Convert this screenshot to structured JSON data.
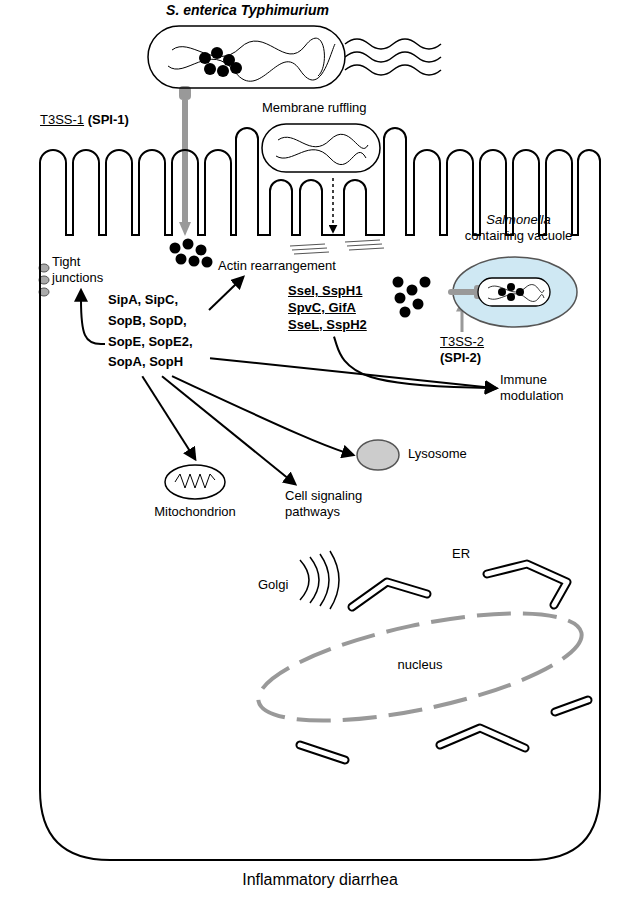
{
  "diagram": {
    "nodes": [
      {
        "text": [
          "S. enterica Typhimurium"
        ]
      },
      {
        "text": [
          "Inflammatory diarrhea"
        ]
      },
      {
        "text": [
          "SipA, SipC, SopB, SopD, SopE, SopE2, SopA, SopH"
        ],
        "in": 1
      },
      {
        "text": [
          "Tight junctions"
        ],
        "in": 1
      },
      {
        "text": [
          "Actin rearrangement"
        ],
        "in": 1
      },
      {
        "text": [
          "Salmonella containing vacuole"
        ],
        "in": 1
      },
      {
        "text": [
          "SseI, SspH1 SpvC, GifA SseL, SspH2"
        ],
        "in": 1
      },
      {
        "text": [
          "Immune modulation"
        ],
        "in": 1
      },
      {
        "text": [
          "Mitochondrion"
        ],
        "in": 1
      },
      {
        "text": [
          "Lysosome"
        ],
        "in": 1
      },
      {
        "text": [
          "Cell signaling pathways"
        ],
        "in": 1
      },
      {
        "text": [
          "nucleus"
        ],
        "in": 1
      }
    ],
    "edges": [
      {
        "from": 2,
        "to": 3,
        "arrow": "to"
      },
      {
        "from": 2,
        "to": 4,
        "arrow": "to"
      },
      {
        "from": 2,
        "to": 8,
        "arrow": "to"
      },
      {
        "from": 2,
        "to": 9,
        "arrow": "to"
      },
      {
        "from": 2,
        "to": 10,
        "arrow": "to"
      },
      {
        "from": 2,
        "to": 7,
        "arrow": "to"
      },
      {
        "from": 6,
        "to": 7,
        "arrow": "to"
      }
    ],
    "labels": [
      "T3SS-1 (SPI-1)",
      "Membrane ruffling",
      "T3SS-2 (SPI-2)",
      "Golgi",
      "ER"
    ]
  }
}
